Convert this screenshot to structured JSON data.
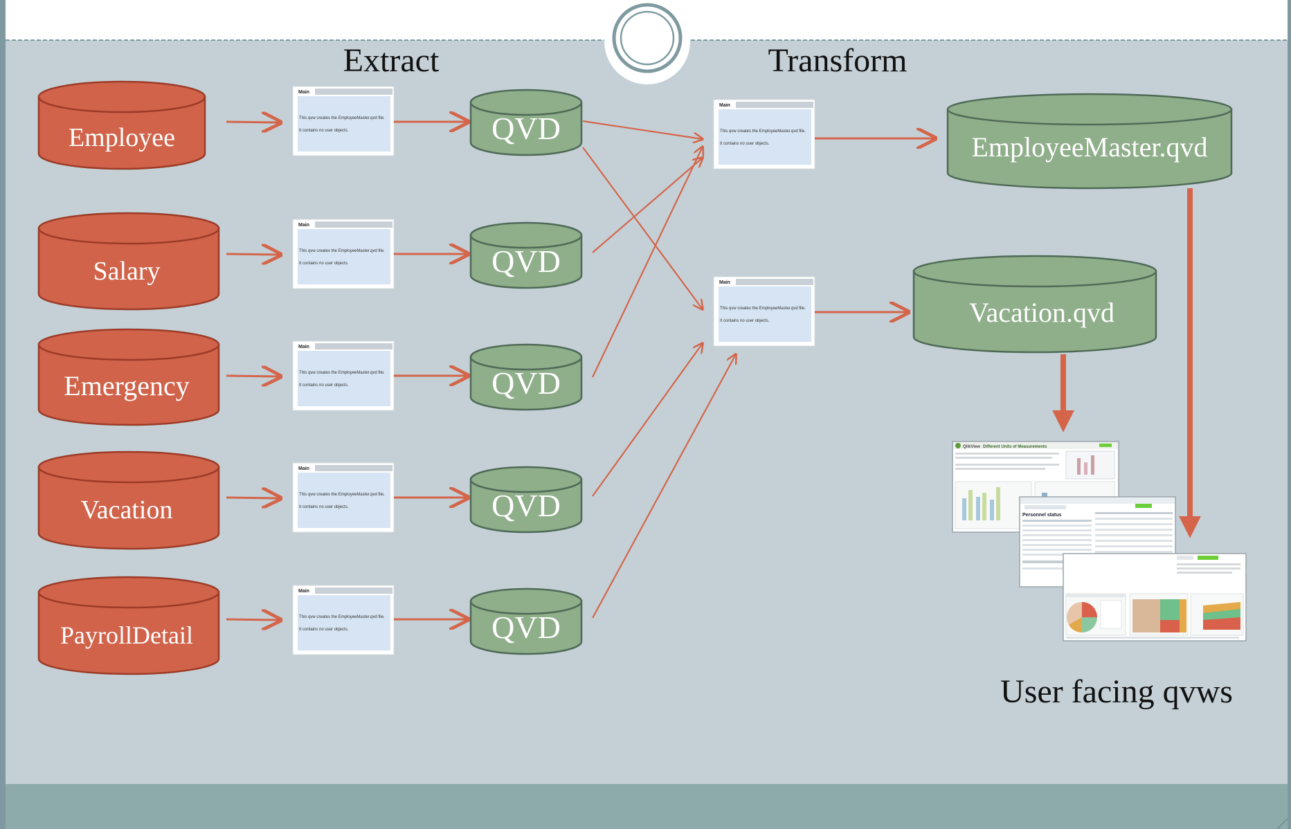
{
  "headers": {
    "extract": "Extract",
    "transform": "Transform"
  },
  "sources": [
    "Employee",
    "Salary",
    "Emergency",
    "Vacation",
    "PayrollDetail"
  ],
  "qvd_label": "QVD",
  "outputs": [
    "EmployeeMaster.qvd",
    "Vacation.qvd"
  ],
  "qvw": {
    "tab": "Main",
    "line1": "This qvw creates the EmployeeMaster.qvd file.",
    "line2": "It contains no user objects."
  },
  "caption": "User facing qvws",
  "thumbs": {
    "t1_logo": "QlikView",
    "t1_title": "Different Units of Measurements",
    "t2_title": "Personnel status"
  },
  "colors": {
    "source_fill": "#d0634a",
    "qvd_fill": "#8fae8a",
    "arrow": "#d4654a",
    "slide_bg": "#c4d0d6",
    "footer": "#8eabab"
  }
}
